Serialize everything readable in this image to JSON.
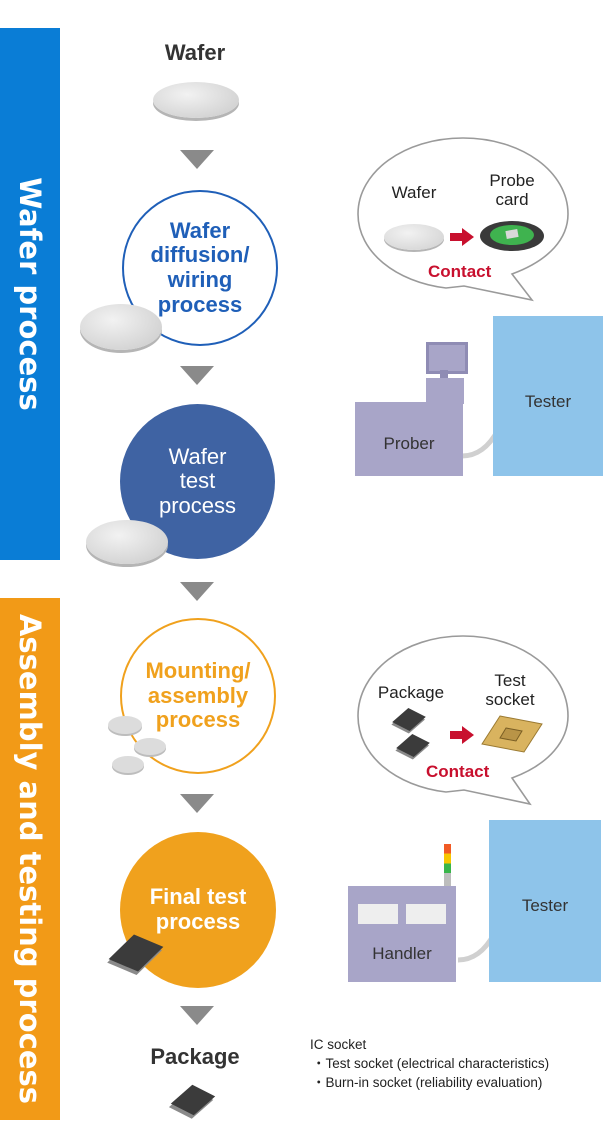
{
  "sidebar": {
    "wafer_process": "Wafer process",
    "assembly_testing": "Assembly and testing process"
  },
  "flow": {
    "wafer": "Wafer",
    "diffusion": "Wafer\ndiffusion/\nwiring\nprocess",
    "wafer_test": "Wafer\ntest\nprocess",
    "mounting": "Mounting/\nassembly\nprocess",
    "final_test": "Final test\nprocess",
    "package": "Package"
  },
  "bubble1": {
    "wafer": "Wafer",
    "probe_card": "Probe\ncard",
    "contact": "Contact"
  },
  "bubble2": {
    "package": "Package",
    "test_socket": "Test\nsocket",
    "contact": "Contact"
  },
  "machines": {
    "prober": "Prober",
    "tester1": "Tester",
    "handler": "Handler",
    "tester2": "Tester"
  },
  "ic_socket": {
    "title": "IC socket",
    "items": [
      "・Test socket (electrical characteristics)",
      "・Burn-in socket (reliability evaluation)"
    ]
  },
  "colors": {
    "blue_bar": "#0a7dd6",
    "orange_bar": "#f29a17",
    "diffusion_border": "#1f5fb8",
    "test_fill": "#3f63a3",
    "mounting_border": "#f0a11d",
    "final_fill": "#f0a11d",
    "tester": "#8ec4ea",
    "machine": "#a8a5c8",
    "contact": "#c8102e"
  }
}
